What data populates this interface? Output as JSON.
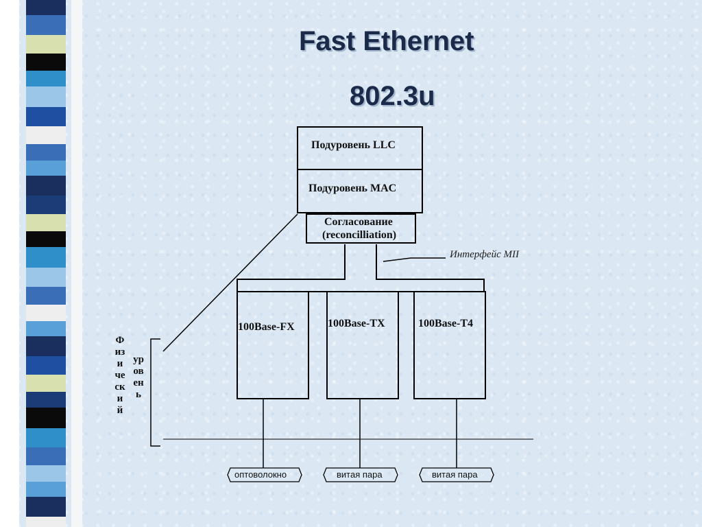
{
  "title": "Fast Ethernet",
  "subtitle": "802.3u",
  "layers": {
    "llc": "Подуровень LLC",
    "mac": "Подуровень MAC",
    "reconciliation_line1": "Согласование",
    "reconciliation_line2": "(reconcilliation)"
  },
  "mii_label": "Интерфейс MII",
  "phy_variants": [
    "100Base-FX",
    "100Base-TX",
    "100Base-T4"
  ],
  "media": [
    "оптоволокно",
    "витая пара",
    "витая пара"
  ],
  "physical_layer_word1": "Физический",
  "physical_layer_word2": "уровень",
  "stripe_colors": [
    "#1b2f5e",
    "#3a6fb8",
    "#d8e0b0",
    "#0a0a0a",
    "#2f8fc8",
    "#9bc6e8",
    "#1f4fa0",
    "#eeeeee",
    "#5aa0d8",
    "#1c3c78"
  ]
}
